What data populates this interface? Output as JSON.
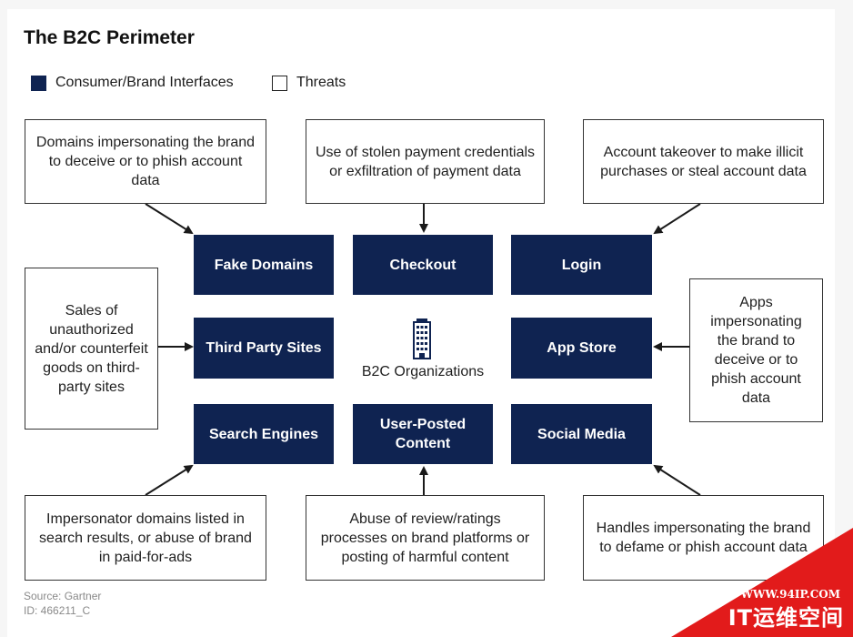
{
  "title": "The B2C Perimeter",
  "legend": {
    "interfaces": "Consumer/Brand Interfaces",
    "threats": "Threats"
  },
  "colors": {
    "interface_fill": "#0f2351",
    "threat_border": "#333333"
  },
  "threats": {
    "fake_domains": "Domains impersonating the brand to deceive or to phish account data",
    "checkout": "Use of stolen payment credentials or exfiltration of payment data",
    "login": "Account takeover to make illicit purchases or steal account data",
    "third_party": "Sales of unauthorized and/or counterfeit goods on third-party sites",
    "app_store": "Apps impersonating the brand to deceive or to phish account data",
    "search": "Impersonator domains listed in search results, or abuse of brand in paid-for-ads",
    "user_posted": "Abuse of review/ratings processes on brand platforms or posting of harmful content",
    "social": "Handles impersonating the brand to defame or phish account data"
  },
  "interfaces": {
    "fake_domains": "Fake Domains",
    "checkout": "Checkout",
    "login": "Login",
    "third_party": "Third Party Sites",
    "app_store": "App Store",
    "search": "Search Engines",
    "user_posted": "User-Posted Content",
    "social": "Social Media"
  },
  "center": {
    "label": "B2C Organizations",
    "icon": "building-icon"
  },
  "footer": {
    "source": "Source: Gartner",
    "id": "ID: 466211_C"
  },
  "watermark": {
    "url": "WWW.94IP.COM",
    "name": "IT运维空间"
  }
}
